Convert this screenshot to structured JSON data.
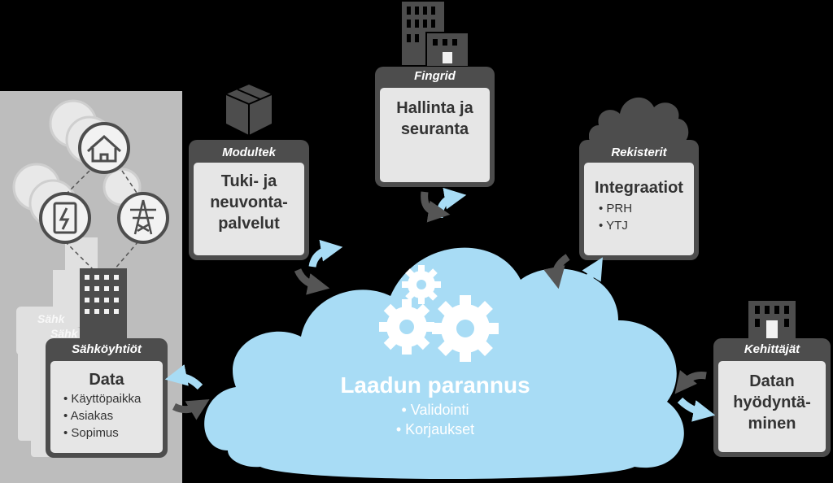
{
  "cloud": {
    "title": "Laadun parannus",
    "bullets": [
      "• Validointi",
      "• Korjaukset"
    ]
  },
  "cards": {
    "fingrid": {
      "header": "Fingrid",
      "title_line1": "Hallinta ja",
      "title_line2": "seuranta"
    },
    "modultek": {
      "header": "Modultek",
      "title_line1": "Tuki- ja",
      "title_line2": "neuvonta-",
      "title_line3": "palvelut"
    },
    "rekisterit": {
      "header": "Rekisterit",
      "title": "Integraatiot",
      "bullets": [
        "• PRH",
        "• YTJ"
      ]
    },
    "kehittajat": {
      "header": "Kehittäjät",
      "title_line1": "Datan",
      "title_line2": "hyödyntä-",
      "title_line3": "minen"
    },
    "sahkoyhtiot": {
      "header": "Sähköyhtiöt",
      "title": "Data",
      "bullets": [
        "• Käyttöpaikka",
        "• Asiakas",
        "• Sopimus"
      ]
    }
  },
  "ghost_labels": [
    "Sähk",
    "Sähk"
  ],
  "colors": {
    "cloud": "#a8dcf5",
    "card_frame": "#4d4d4d",
    "card_body": "#e6e6e6",
    "arrow_light": "#a8dcf5",
    "arrow_dark": "#555555"
  }
}
